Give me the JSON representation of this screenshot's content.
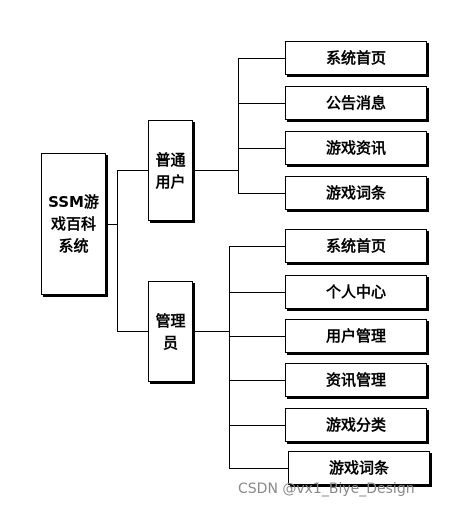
{
  "root": {
    "label": "SSM游戏百科系统"
  },
  "groups": [
    {
      "label": "普通用户",
      "items": [
        "系统首页",
        "公告消息",
        "游戏资讯",
        "游戏词条"
      ]
    },
    {
      "label": "管理员",
      "items": [
        "系统首页",
        "个人中心",
        "用户管理",
        "资讯管理",
        "游戏分类",
        "游戏词条"
      ]
    }
  ],
  "watermark": "CSDN @vx1_Biye_Design",
  "colors": {
    "line": "#000000",
    "box_border": "#000000",
    "background": "#ffffff",
    "watermark": "#8a8a8a"
  }
}
